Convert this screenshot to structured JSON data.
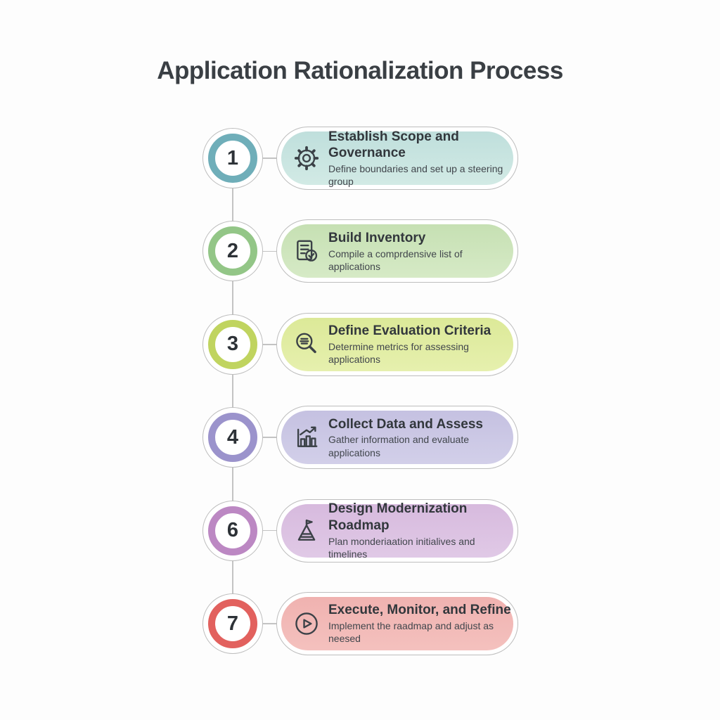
{
  "title": "Application Rationalization Process",
  "colors": {
    "title_text": "#3A3F44",
    "outline": "#BDBDBD",
    "connector": "#C3C3C3",
    "number_text": "#2D3237",
    "pill_title_text": "#32373C",
    "pill_subtitle_text": "#41464C",
    "background": "#FDFDFD"
  },
  "steps": [
    {
      "number": "1",
      "title": "Establish Scope and Governance",
      "subtitle": "Define boundaries and set up a steering group",
      "icon": "gear-icon",
      "ring_color": "#6FAEB9",
      "pill_color_top": "#BFDFDC",
      "pill_color_bottom": "#D2EAE5"
    },
    {
      "number": "2",
      "title": "Build Inventory",
      "subtitle": "Compile a comprdensive list of applications",
      "icon": "checklist-icon",
      "ring_color": "#93C687",
      "pill_color_top": "#C6E0B3",
      "pill_color_bottom": "#D6EAC6"
    },
    {
      "number": "3",
      "title": "Define Evaluation Criteria",
      "subtitle": "Determine metrics for assessing applications",
      "icon": "magnifier-icon",
      "ring_color": "#C0D45F",
      "pill_color_top": "#DCE998",
      "pill_color_bottom": "#E6F0AE"
    },
    {
      "number": "4",
      "title": "Collect Data and Assess",
      "subtitle": "Gather information and evaluate applications",
      "icon": "bar-chart-icon",
      "ring_color": "#9B93CC",
      "pill_color_top": "#C5C1E1",
      "pill_color_bottom": "#D2CFE9"
    },
    {
      "number": "6",
      "title": "Design Modernization Roadmap",
      "subtitle": "Plan monderiaation initialives and timelines",
      "icon": "milestone-flag-icon",
      "ring_color": "#BC88C3",
      "pill_color_top": "#D7BADE",
      "pill_color_bottom": "#E0C9E6"
    },
    {
      "number": "7",
      "title": "Execute, Monitor, and Refine",
      "subtitle": "Implement the raadmap and adjust as neesed",
      "icon": "play-icon",
      "ring_color": "#E2615E",
      "pill_color_top": "#F0B2B0",
      "pill_color_bottom": "#F4C1BE"
    }
  ]
}
